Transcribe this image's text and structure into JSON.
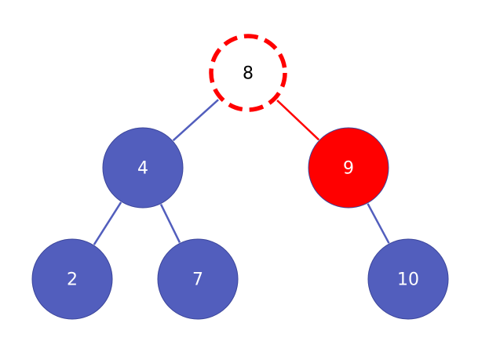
{
  "tree": {
    "colors": {
      "normal_fill": "#525ebd",
      "highlight_fill": "#ff0000",
      "normal_edge": "#525ebd",
      "highlight_edge": "#ff0000",
      "dashed_outline": "#ff0000",
      "label_light": "#ffffff",
      "label_dark": "#000000"
    },
    "nodes": [
      {
        "id": "n8",
        "label": "8",
        "style": "dashed"
      },
      {
        "id": "n4",
        "label": "4",
        "style": "normal"
      },
      {
        "id": "n9",
        "label": "9",
        "style": "highlight"
      },
      {
        "id": "n2",
        "label": "2",
        "style": "normal"
      },
      {
        "id": "n7",
        "label": "7",
        "style": "normal"
      },
      {
        "id": "n10",
        "label": "10",
        "style": "normal"
      }
    ],
    "edges": [
      {
        "from": "n8",
        "to": "n4",
        "style": "normal"
      },
      {
        "from": "n8",
        "to": "n9",
        "style": "highlight"
      },
      {
        "from": "n4",
        "to": "n2",
        "style": "normal"
      },
      {
        "from": "n4",
        "to": "n7",
        "style": "normal"
      },
      {
        "from": "n9",
        "to": "n10",
        "style": "normal"
      }
    ]
  }
}
